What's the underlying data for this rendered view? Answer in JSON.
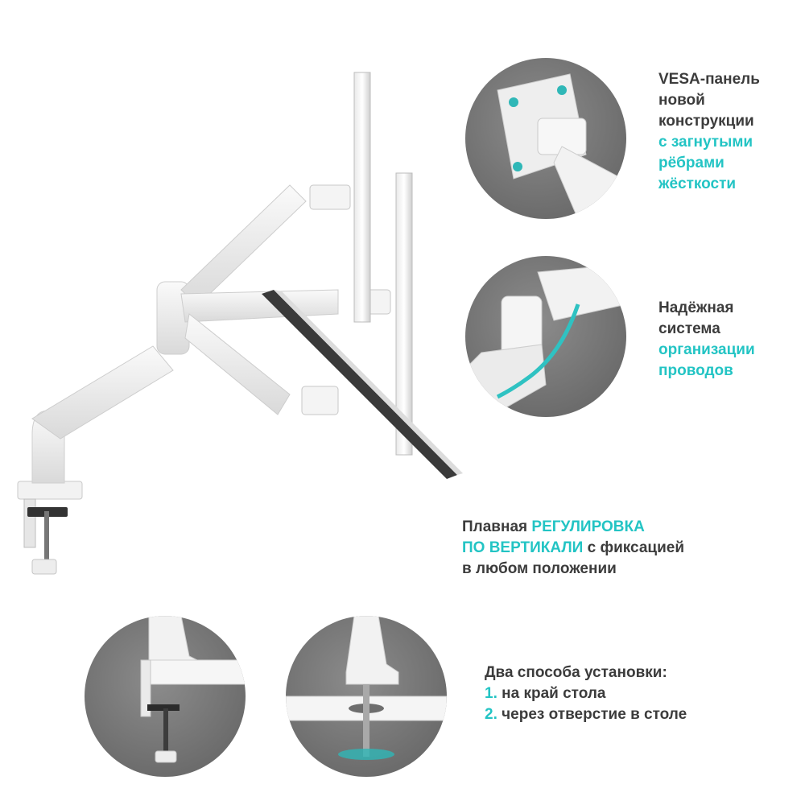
{
  "colors": {
    "accent": "#23c4c4",
    "text": "#3c3c3c",
    "circle_bg": "#6d6d6d"
  },
  "product_image": {
    "name": "dual-monitor-arm-photo"
  },
  "features": [
    {
      "image": "vesa-panel-closeup",
      "lines": [
        {
          "text": "VESA-панель",
          "accent": false
        },
        {
          "text": "новой",
          "accent": false
        },
        {
          "text": "конструкции",
          "accent": false
        },
        {
          "text": "с загнутыми",
          "accent": true
        },
        {
          "text": "рёбрами",
          "accent": true
        },
        {
          "text": "жёсткости",
          "accent": true
        }
      ]
    },
    {
      "image": "cable-management-closeup",
      "lines": [
        {
          "text": "Надёжная",
          "accent": false
        },
        {
          "text": "система",
          "accent": false
        },
        {
          "text": "организации",
          "accent": true
        },
        {
          "text": "проводов",
          "accent": true
        }
      ]
    }
  ],
  "adjustment": {
    "line1_plain": "Плавная ",
    "line1_accent": "РЕГУЛИРОВКА",
    "line2_accent": "ПО ВЕРТИКАЛИ",
    "line2_plain": " с фиксацией",
    "line3_plain": "в любом положении"
  },
  "installation": {
    "title": "Два способа установки:",
    "option1_num": "1.",
    "option1_text": " на край стола",
    "option2_num": "2.",
    "option2_text": " через отверстие в столе",
    "images": [
      "clamp-mount-closeup",
      "grommet-mount-closeup"
    ]
  }
}
